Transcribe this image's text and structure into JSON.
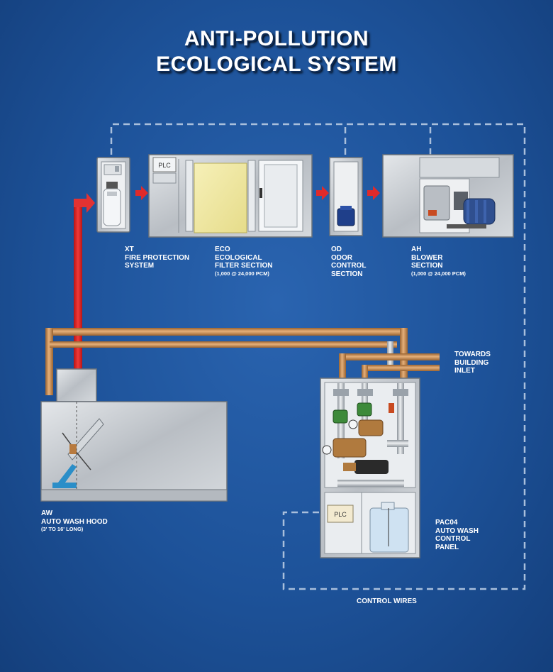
{
  "title": {
    "line1": "ANTI-POLLUTION",
    "line2": "ECOLOGICAL SYSTEM"
  },
  "components": {
    "xt": {
      "code": "XT",
      "line1": "FIRE PROTECTION",
      "line2": "SYSTEM"
    },
    "eco": {
      "code": "ECO",
      "line1": "ECOLOGICAL",
      "line2": "FILTER SECTION",
      "note": "(1,000 @ 24,000 PCM)",
      "plc": "PLC"
    },
    "od": {
      "code": "OD",
      "line1": "ODOR",
      "line2": "CONTROL",
      "line3": "SECTION"
    },
    "ah": {
      "code": "AH",
      "line1": "BLOWER",
      "line2": "SECTION",
      "note": "(1,000 @ 24,000 PCM)"
    },
    "aw": {
      "code": "AW",
      "line1": "AUTO WASH HOOD",
      "note": "(3' TO 16' LONG)"
    },
    "pac": {
      "code": "PAC04",
      "line1": "AUTO WASH",
      "line2": "CONTROL",
      "line3": "PANEL",
      "plc": "PLC"
    }
  },
  "annotations": {
    "towards1": "TOWARDS",
    "towards2": "BUILDING",
    "towards3": "INLET",
    "control_wires": "CONTROL WIRES"
  },
  "colors": {
    "background": "#1d5299",
    "duct": "#e02020",
    "pipe": "#c98850",
    "equipment": "#c8ccd0",
    "control_wire": "#a9bfdc"
  }
}
